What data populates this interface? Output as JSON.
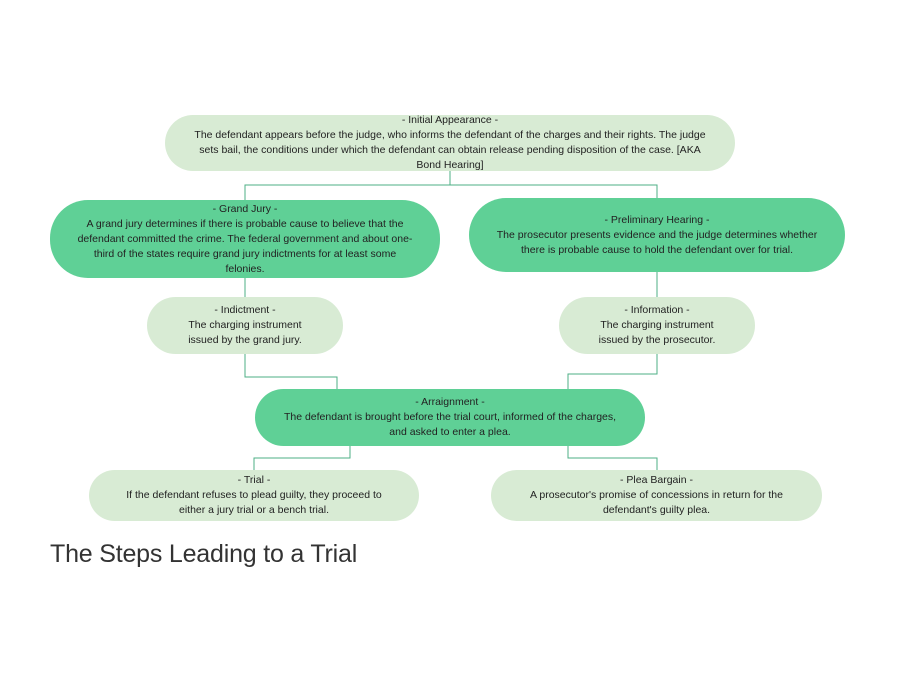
{
  "title": "The Steps Leading to a Trial",
  "colors": {
    "light_node": "#d8ebd4",
    "dark_node": "#5fd096",
    "connector": "#4caf86",
    "text": "#222222"
  },
  "nodes": {
    "initial_appearance": {
      "title": "- Initial Appearance -",
      "text": "The defendant appears before the judge, who informs the defendant of the charges and their rights. The judge sets bail, the conditions under which the defendant can obtain release pending disposition of the case. [AKA Bond Hearing]"
    },
    "grand_jury": {
      "title": "- Grand Jury -",
      "text": "A grand jury determines if there is probable cause to believe that the defendant committed the crime. The federal government and about one-third of the states require grand jury indictments for at least some felonies."
    },
    "preliminary_hearing": {
      "title": "- Preliminary Hearing -",
      "text": "The prosecutor presents evidence and the judge determines whether there is probable cause to hold the defendant over for trial."
    },
    "indictment": {
      "title": "- Indictment -",
      "text": "The charging instrument issued by the grand jury."
    },
    "information": {
      "title": "- Information -",
      "text": "The charging instrument issued by the prosecutor."
    },
    "arraignment": {
      "title": "- Arraignment -",
      "text": "The defendant is brought before the trial court, informed of the charges, and asked to enter a plea."
    },
    "trial": {
      "title": "- Trial -",
      "text": "If the defendant refuses to plead guilty, they proceed to either a jury trial or a bench trial."
    },
    "plea_bargain": {
      "title": "- Plea Bargain -",
      "text": "A prosecutor's promise of concessions in return for the defendant's guilty plea."
    }
  }
}
